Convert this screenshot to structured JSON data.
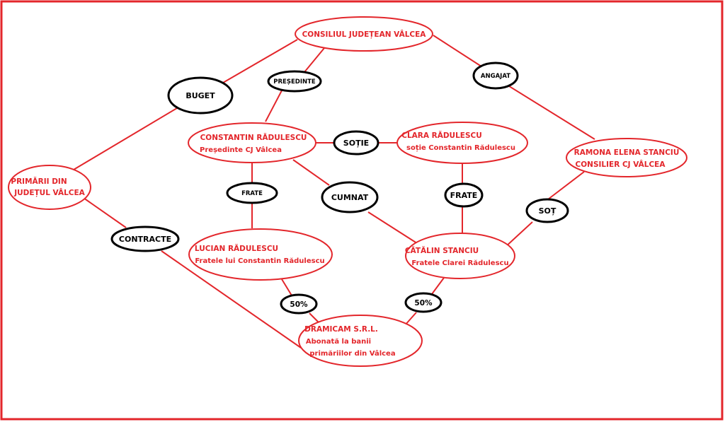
{
  "colors": {
    "accent": "#e3262b",
    "text_dark": "#000000",
    "background": "#ffffff"
  },
  "nodes": {
    "consiliu": {
      "lines": [
        "CONSILIUL JUDEȚEAN VÂLCEA"
      ]
    },
    "constantin": {
      "lines": [
        "CONSTANTIN RĂDULESCU",
        "Președinte CJ Vâlcea"
      ]
    },
    "clara": {
      "lines": [
        "CLARA RĂDULESCU",
        "soție Constantin Rădulescu"
      ]
    },
    "ramona": {
      "lines": [
        "RAMONA ELENA STANCIU",
        "CONSILIER CJ VÂLCEA"
      ]
    },
    "primarii": {
      "lines": [
        "PRIMĂRII DIN",
        "JUDEȚUL VÂLCEA"
      ]
    },
    "lucian": {
      "lines": [
        "LUCIAN RĂDULESCU",
        "Fratele lui Constantin Rădulescu"
      ]
    },
    "catalin": {
      "lines": [
        "CĂTĂLIN STANCIU",
        "Fratele Clarei Rădulescu"
      ]
    },
    "dramicam": {
      "lines": [
        "DRAMICAM S.R.L.",
        "Abonată la banii",
        "primăriilor din Vâlcea"
      ]
    }
  },
  "relations": {
    "buget": "BUGET",
    "presedinte": "PREȘEDINTE",
    "angajat": "ANGAJAT",
    "sotie": "SOȚIE",
    "frate_left": "FRATE",
    "cumnat": "CUMNAT",
    "frate_right": "FRATE",
    "sot": "SOȚ",
    "contracte": "CONTRACTE",
    "share_left": "50%",
    "share_right": "50%"
  }
}
